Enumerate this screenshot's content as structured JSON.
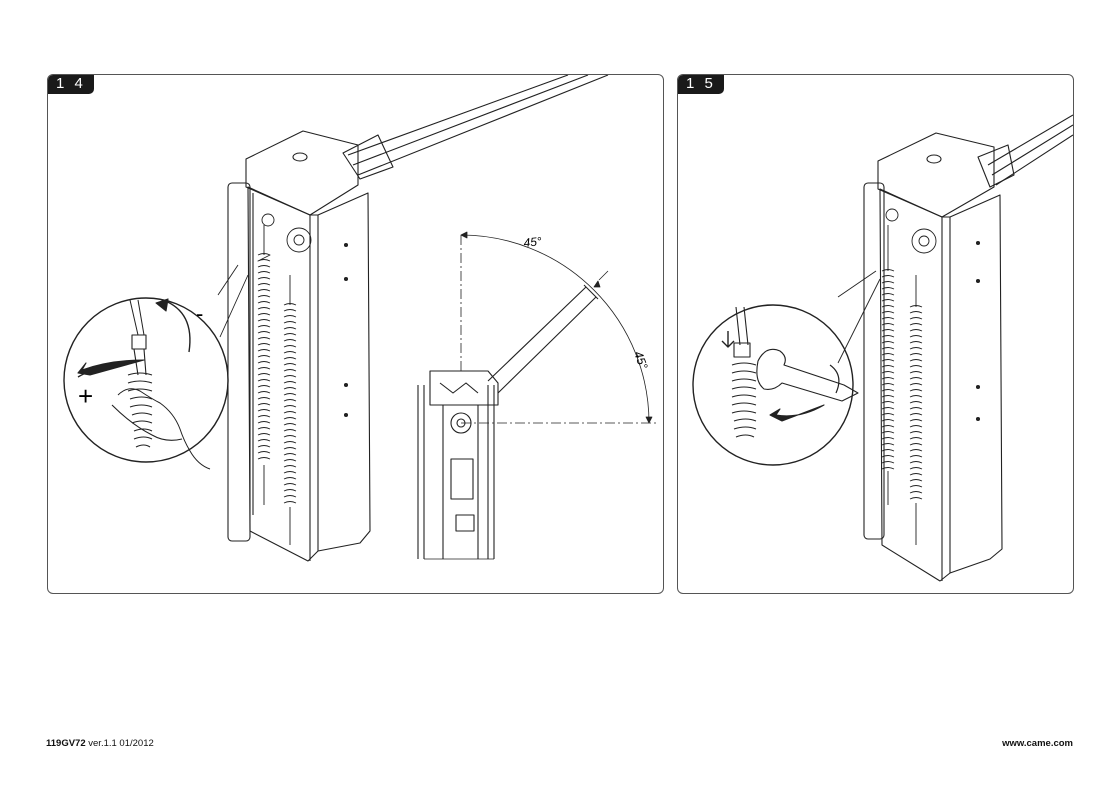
{
  "steps": {
    "left": {
      "number": "1 4",
      "angle_top": "45°",
      "angle_side": "45°",
      "sign_minus": "-",
      "sign_plus": "+"
    },
    "right": {
      "number": "1 5"
    }
  },
  "footer": {
    "code": "119GV72",
    "version": "ver.1.1 01/2012",
    "website": "www.came.com"
  }
}
